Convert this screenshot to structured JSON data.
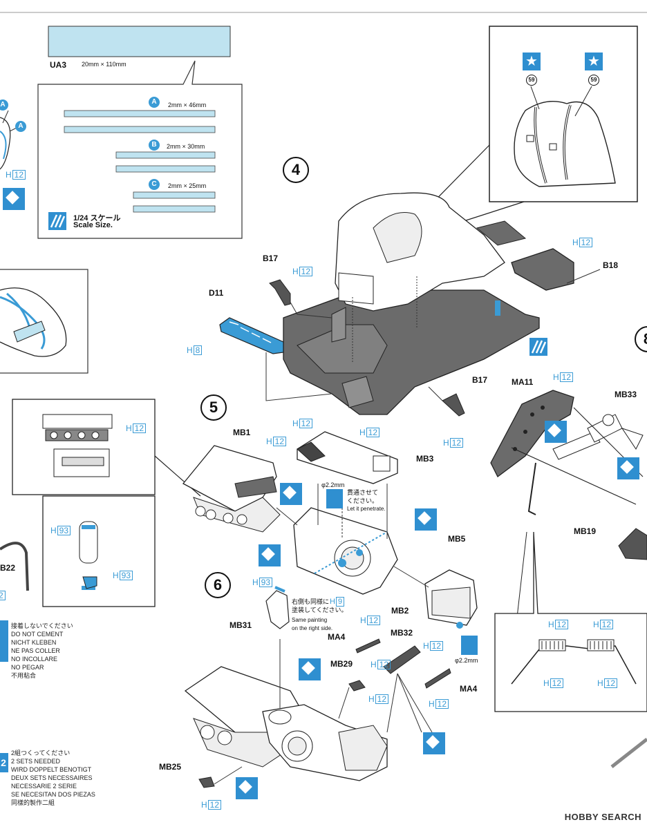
{
  "decal_box": {
    "code": "UA3",
    "size": "20mm × 110mm",
    "strips": [
      {
        "letter": "A",
        "size": "2mm × 46mm"
      },
      {
        "letter": "B",
        "size": "2mm × 30mm"
      },
      {
        "letter": "C",
        "size": "2mm × 25mm"
      }
    ],
    "scale_jp": "1/24 スケール",
    "scale_en": "Scale Size."
  },
  "left_partial": {
    "letter_a1": "A",
    "letter_a2": "A",
    "h12": "12"
  },
  "steps": {
    "s4": "4",
    "s5": "5",
    "s6": "6",
    "s8_partial": "8"
  },
  "seat_detail": {
    "num1": "59",
    "num2": "59"
  },
  "parts": {
    "b17_top": "B17",
    "b18": "B18",
    "d11": "D11",
    "b17_bottom": "B17",
    "ma11": "MA11",
    "mb33": "MB33",
    "mb19": "MB19",
    "mb1": "MB1",
    "mb3": "MB3",
    "mb5": "MB5",
    "mb2": "MB2",
    "mb31": "MB31",
    "ma4_left": "MA4",
    "mb32": "MB32",
    "mb29": "MB29",
    "ma4_right": "MA4",
    "mb25": "MB25",
    "b22": "B22"
  },
  "h_codes": {
    "h12": "12",
    "h8": "8",
    "h93": "93",
    "h9": "9"
  },
  "drill": {
    "size_top": "φ2.2mm",
    "jp_top": "貫通させて\nください。",
    "en_top": "Let it penetrate.",
    "size_bottom": "φ2.2mm"
  },
  "same_paint": {
    "jp": "右側も同様に",
    "jp2": "塗装してください。",
    "en1": "Same painting",
    "en2": "on the right side."
  },
  "do_not_cement": [
    "接着しないでください",
    "DO NOT CEMENT",
    "NICHT KLEBEN",
    "NE PAS COLLER",
    "NO INCOLLARE",
    "NO PEGAR",
    "不用粘合"
  ],
  "two_sets": [
    "2組つくってください",
    "2 SETS NEEDED",
    "WIRD DOPPELT BENOTIGT",
    "DEUX SETS NECESSAIRES",
    "NECESSARIE 2 SERIE",
    "SE NECESITAN DOS PIEZAS",
    "同樣的製作二組"
  ],
  "left_snippet": {
    "two": "2",
    "h2": "2"
  },
  "watermark": "HOBBY SEARCH",
  "colors": {
    "accent_blue": "#3a9bd5",
    "decal_fill": "#bfe3f0",
    "plastic_gray": "#6b6b6b"
  }
}
